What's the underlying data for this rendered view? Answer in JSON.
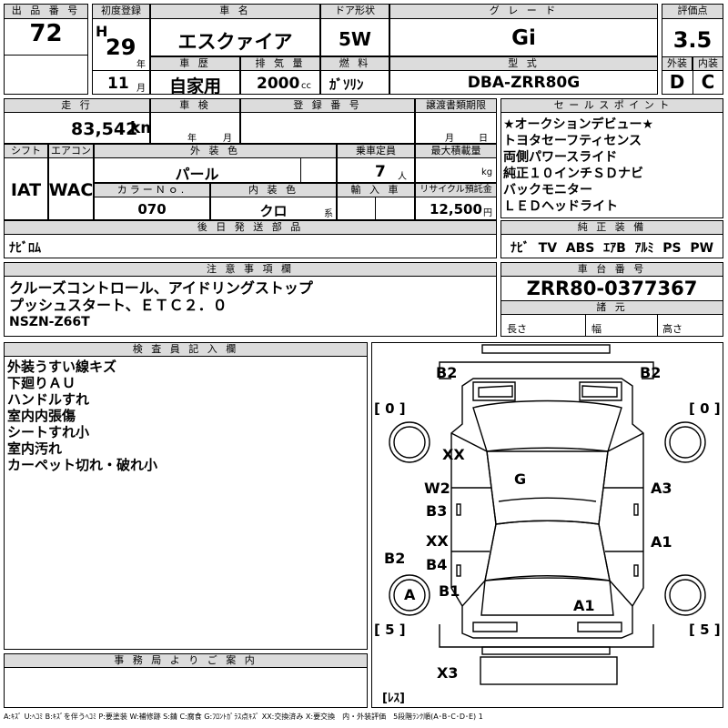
{
  "headers": {
    "lot_no": "出 品 番 号",
    "first_reg": "初度登録",
    "car_name": "車  名",
    "door": "ドア形状",
    "grade": "グ レ ー ド",
    "score": "評価点",
    "history": "車  歴",
    "displacement": "排 気 量",
    "fuel": "燃 料",
    "model": "型 式",
    "ext": "外装",
    "int": "内装",
    "mileage": "走 行",
    "inspection": "車 検",
    "reg_no": "登 録 番 号",
    "transfer": "譲渡書類期限",
    "sales_point": "セ ー ル ス ポ イ ン ト",
    "shift": "シフト",
    "aircon": "エアコン",
    "ext_color": "外 装 色",
    "capacity": "乗車定員",
    "load": "最大積載量",
    "color_no": "カラーＮｏ.",
    "int_color": "内 装 色",
    "import": "輸 入 車",
    "recycle": "リサイクル預託金",
    "later_parts": "後 日 発 送 部 品",
    "genuine": "純 正 装 備",
    "notes": "注 意 事 項 欄",
    "chassis": "車 台 番 号",
    "specs": "諸  元",
    "inspector": "検 査 員 記 入 欄",
    "office": "事 務 局 よ り ご 案 内"
  },
  "lot_no": "72",
  "first_reg": {
    "era": "H",
    "year": "29",
    "year_unit": "年",
    "month": "11",
    "month_unit": "月"
  },
  "car_name": "エスクァイア",
  "door": "5W",
  "grade": "Gi",
  "score": "3.5",
  "history": "自家用",
  "displacement": "2000",
  "displacement_unit": "cc",
  "fuel": "ｶﾞｿﾘﾝ",
  "model": "DBA-ZRR80G",
  "ext_grade": "D",
  "int_grade": "C",
  "mileage": "83,542",
  "mileage_unit": "km",
  "inspection": {
    "year_unit": "年",
    "month_unit": "月"
  },
  "transfer": {
    "month_unit": "月",
    "day_unit": "日"
  },
  "sales_points": [
    "★オークションデビュー★",
    "トヨタセーフティセンス",
    "両側パワースライド",
    "純正１０インチＳＤナビ",
    "バックモニター",
    "ＬＥＤヘッドライト"
  ],
  "shift": "IAT",
  "aircon": "WAC",
  "ext_color": "パール",
  "capacity": "7",
  "capacity_unit": "人",
  "load_unit": "kg",
  "color_no": "070",
  "int_color": "クロ",
  "int_color_unit": "系",
  "recycle": "12,500",
  "recycle_unit": "円",
  "later_parts": "ﾅﾋﾞﾛﾑ",
  "genuine": "ﾅﾋﾞ  TV  ABS  ｴｱB  ｱﾙﾐ  PS  PW",
  "notes": [
    "クルーズコントロール、アイドリングストップ",
    "プッシュスタート、ＥＴＣ２．０",
    "NSZN-Z66T"
  ],
  "chassis": "ZRR80-0377367",
  "specs": {
    "length": "長さ",
    "width": "幅",
    "height": "高さ"
  },
  "inspector_notes": [
    "外装うすい線キズ",
    "下廻りＡＵ",
    "ハンドルすれ",
    "室内内張傷",
    "シートすれ小",
    "室内汚れ",
    "カーペット切れ・破れ小"
  ],
  "diagram": {
    "marks": {
      "b2_tl": "B2",
      "b2_tr": "B2",
      "xx1": "XX",
      "g": "G",
      "w2": "W2",
      "b3": "B3",
      "a3": "A3",
      "xx2": "XX",
      "b4": "B4",
      "a1r": "A1",
      "b2_l": "B2",
      "a_wheel": "A",
      "b1": "B1",
      "a1": "A1",
      "x3": "X3"
    },
    "tires": {
      "fl": "[ 0 ]",
      "fr": "[ 0 ]",
      "rl": "[ 5 ]",
      "rr": "[ 5 ]",
      "spare": "[ﾚｽ]"
    }
  },
  "legend": "A:ｷｽﾞ U:ﾍｺﾐ B:ｷｽﾞを伴うﾍｺﾐ P:要塗装 W:補修跡 S:錆 C:腐食 G:ﾌﾛﾝﾄｶﾞﾗｽ点ｷｽﾞ XX:交換済み X:要交換　内・外装評価　5段階ﾗﾝｸ順(A･B･C･D･E) 1"
}
